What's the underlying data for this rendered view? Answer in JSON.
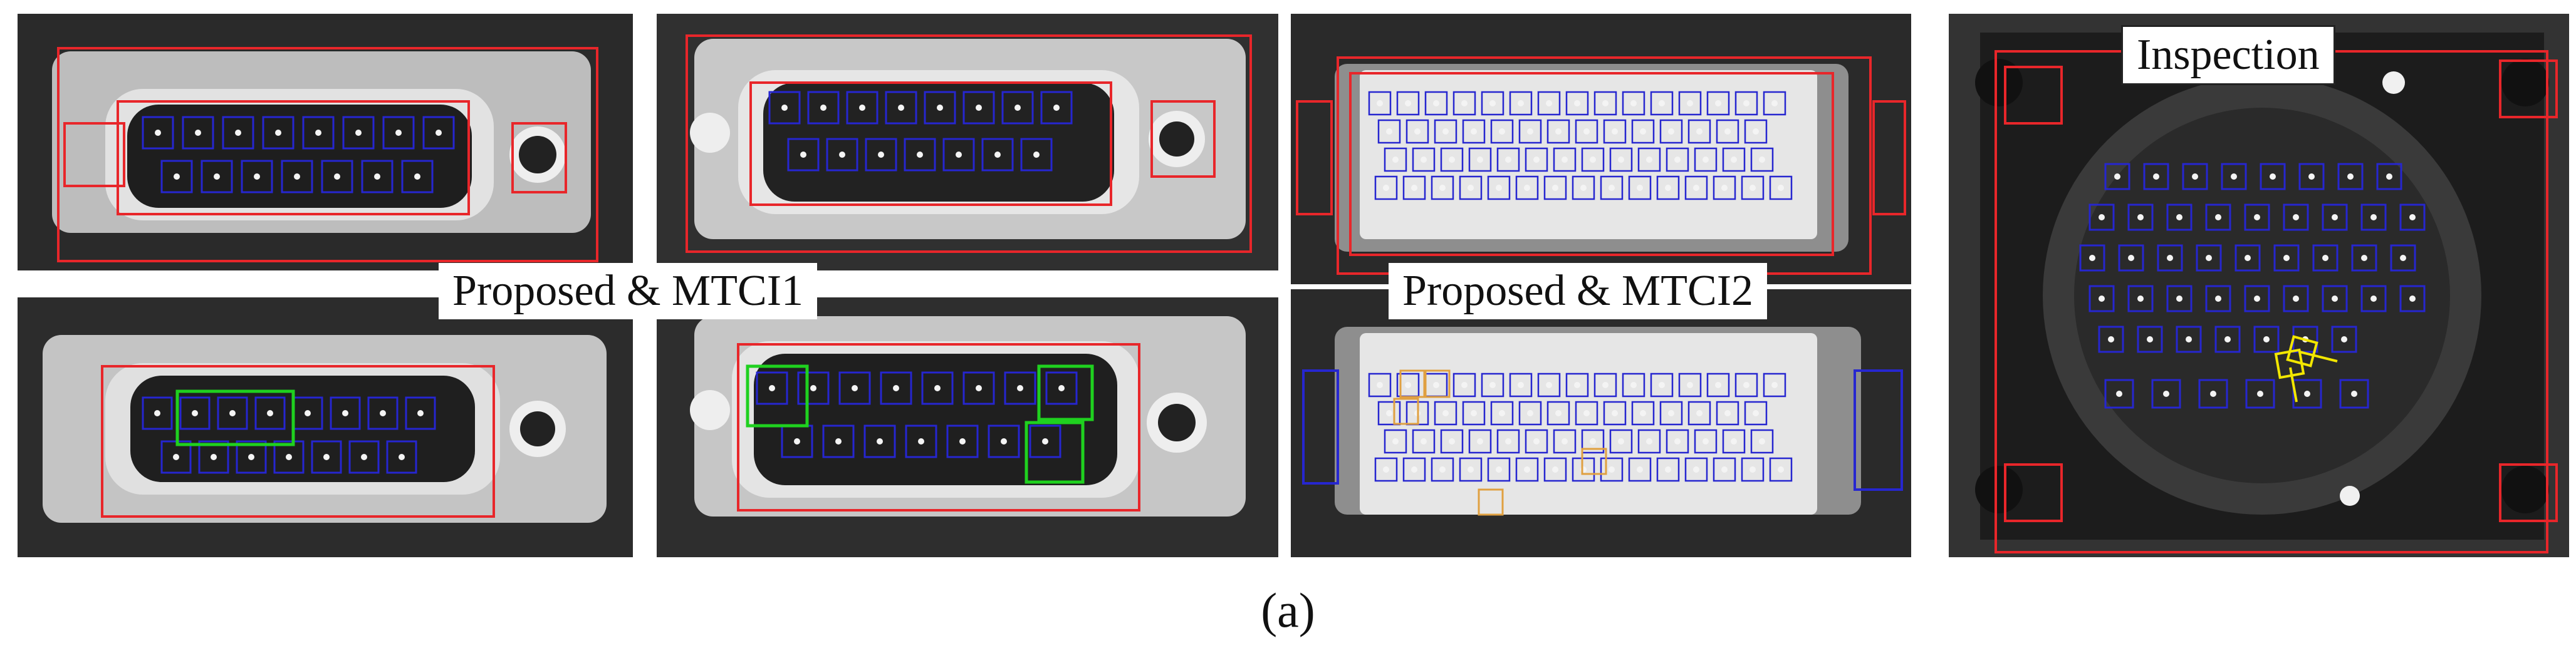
{
  "labels": {
    "group1": "Proposed & MTCI1",
    "group2": "Proposed & MTCI2",
    "group3": "Inspection"
  },
  "caption": "(a)",
  "colors": {
    "region_box": "#e8262a",
    "pin_box": "#2626d0",
    "match_box": "#1fd11f",
    "defect_box": "#e0a040",
    "inspection_marker": "#f2e600"
  },
  "panels": [
    {
      "id": "mtci1-top-left",
      "type": "DB-style connector, 15 pins"
    },
    {
      "id": "mtci1-top-right",
      "type": "DB-style connector, 15 pins"
    },
    {
      "id": "mtci1-bottom-left",
      "type": "DB-style connector, 15 pins"
    },
    {
      "id": "mtci1-bottom-right",
      "type": "DB-style connector, 15 pins"
    },
    {
      "id": "mtci2-top",
      "type": "rectangular multi-pin connector"
    },
    {
      "id": "mtci2-bottom",
      "type": "rectangular multi-pin connector"
    },
    {
      "id": "inspection",
      "type": "circular multi-pin connector"
    }
  ]
}
